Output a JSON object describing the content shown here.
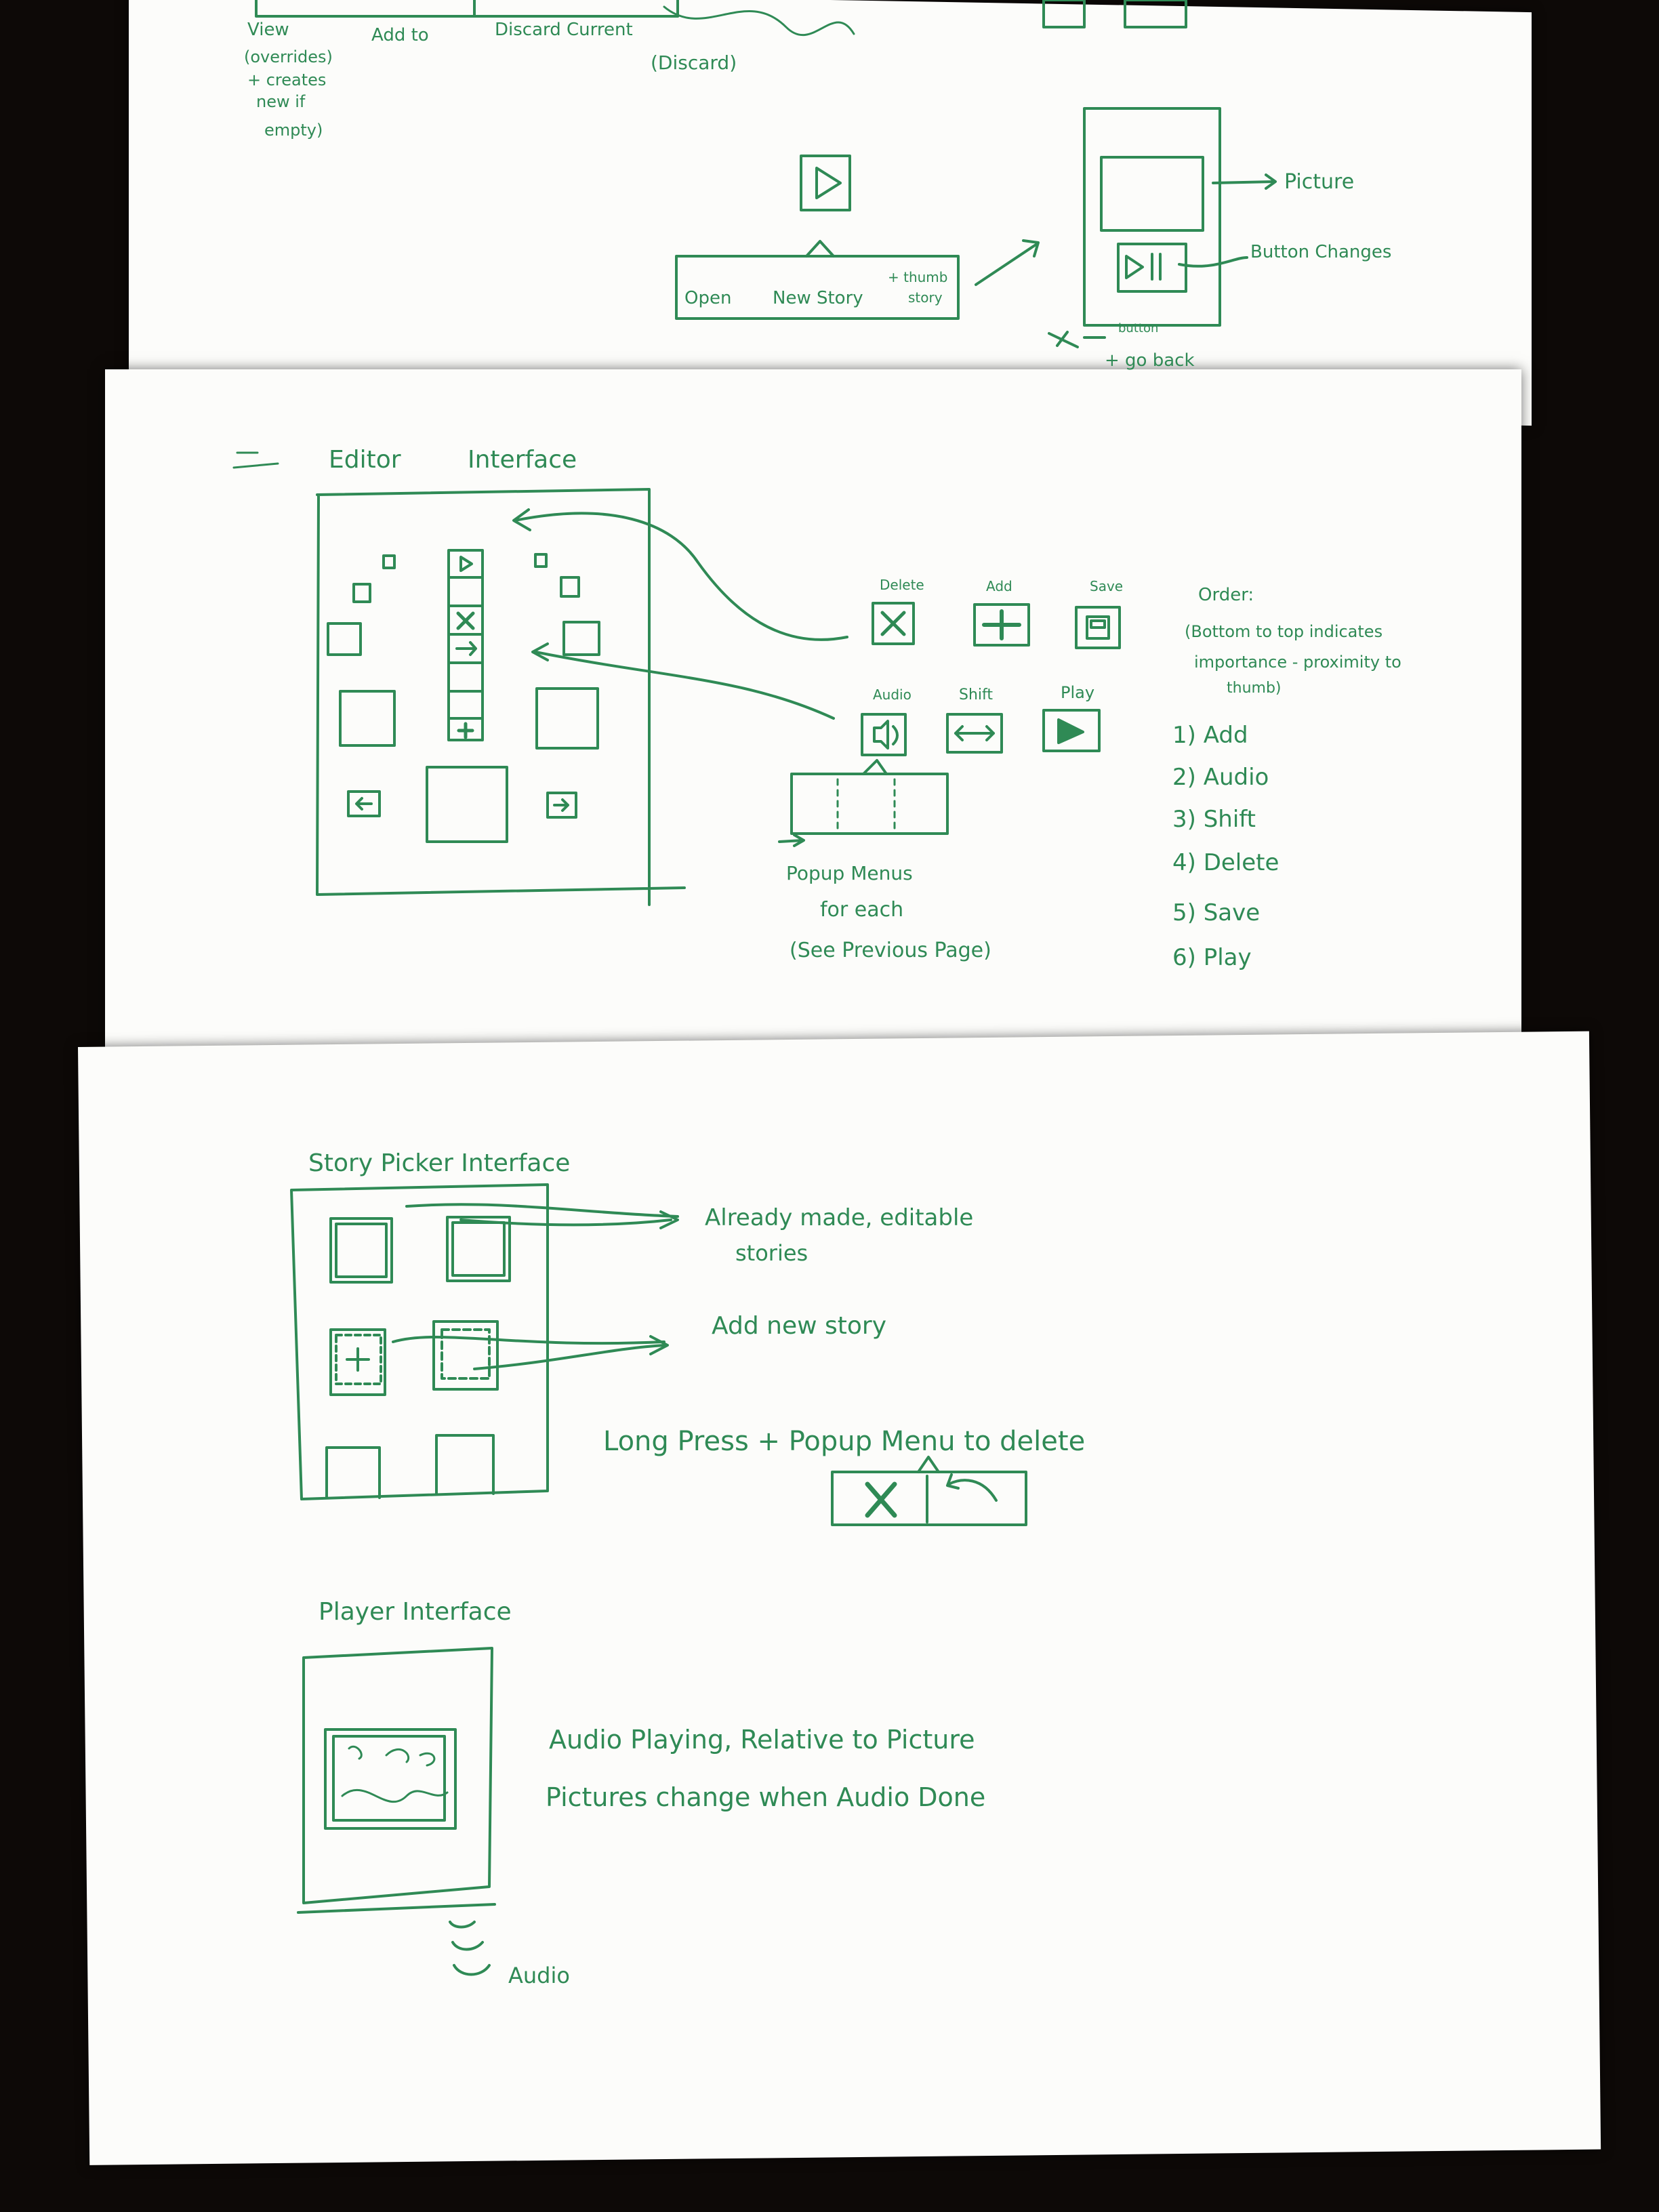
{
  "colors": {
    "ink": "#2f8a55",
    "paper": "#fcfcfa",
    "desk": "#0d0907"
  },
  "page_top": {
    "labels": {
      "view": "View",
      "overrides": "(overrides)",
      "creates": "+ creates",
      "new_if": "new if",
      "empty": "empty)",
      "add_to": "Add to",
      "discard": "Discard Current",
      "discard_2": "(Discard)",
      "menu_open": "Open",
      "menu_new_story": "New Story",
      "menu_thumbs": "+ thumb",
      "menu_story": "story",
      "picture": "Picture",
      "button_changes": "Button Changes",
      "go_back_1": "button",
      "go_back_2": "+ go back"
    }
  },
  "page_editor": {
    "title_1": "Editor",
    "title_2": "Interface",
    "icon_labels": {
      "delete": "Delete",
      "add": "Add",
      "save": "Save",
      "audio": "Audio",
      "shift": "Shift",
      "play": "Play"
    },
    "popup_note": [
      "Popup Menus",
      "for each",
      "(See Previous Page)"
    ],
    "order_title": "Order:",
    "order_note": [
      "(Bottom to top indicates",
      "importance - proximity to",
      "thumb)"
    ],
    "order_items": [
      "1) Add",
      "2) Audio",
      "3) Shift",
      "4) Delete",
      "5) Save",
      "6) Play"
    ]
  },
  "page_bottom": {
    "story_picker_title": "Story Picker Interface",
    "annotation_editable": [
      "Already made, editable",
      "stories"
    ],
    "annotation_add": "Add new story",
    "long_press_note": "Long Press + Popup Menu to delete",
    "player_title": "Player Interface",
    "player_note": [
      "Audio Playing, Relative to Picture",
      "Pictures change when Audio Done"
    ],
    "audio_label": "Audio"
  }
}
